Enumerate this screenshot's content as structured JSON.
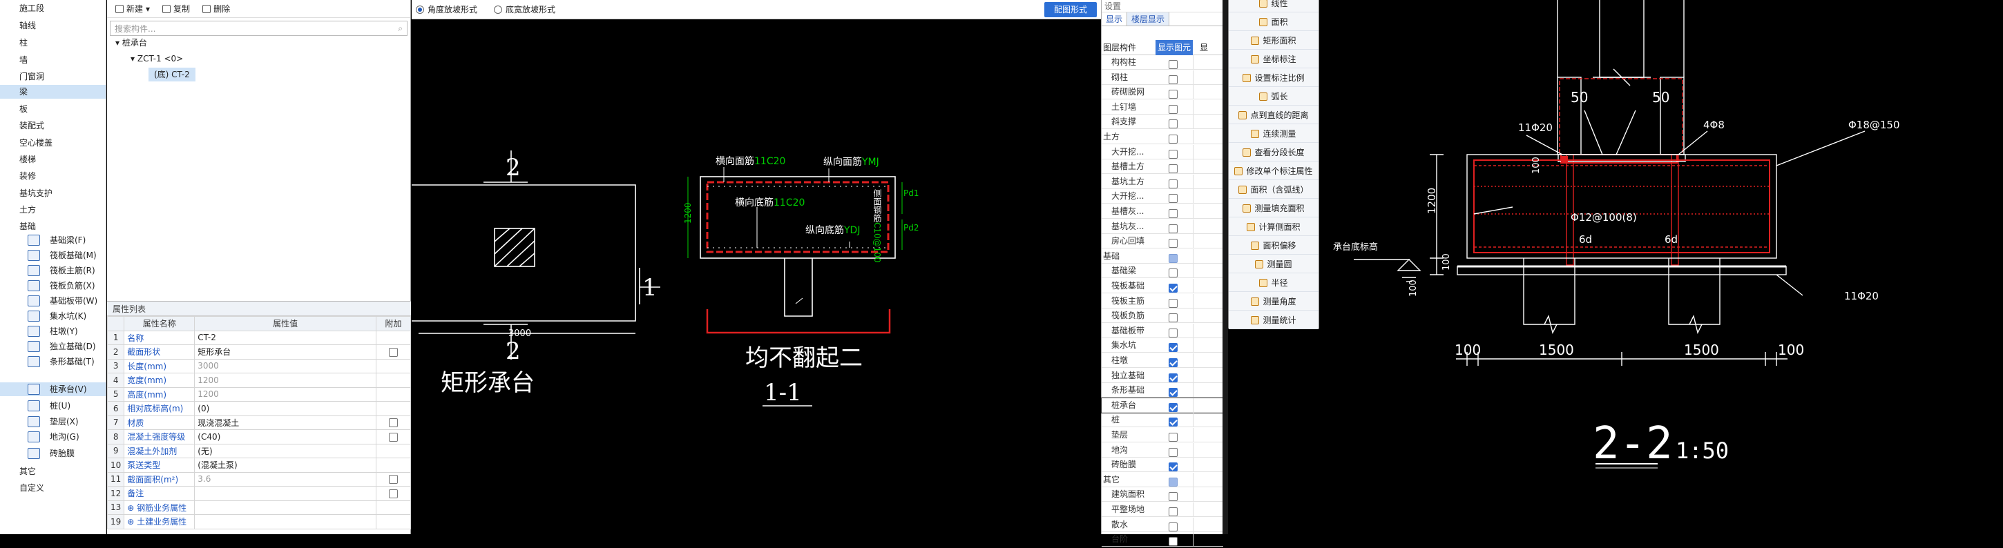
{
  "left_nav": {
    "items": [
      {
        "label": "施工段"
      },
      {
        "label": "轴线"
      },
      {
        "label": "柱"
      },
      {
        "label": "墙"
      },
      {
        "label": "门窗洞"
      },
      {
        "label": "梁"
      },
      {
        "label": "板"
      },
      {
        "label": "装配式"
      },
      {
        "label": "空心楼盖"
      },
      {
        "label": "楼梯"
      },
      {
        "label": "装修"
      },
      {
        "label": "基坑支护"
      },
      {
        "label": "土方"
      },
      {
        "label": "基础"
      }
    ],
    "sub_items": [
      {
        "label": "基础梁(F)"
      },
      {
        "label": "筏板基础(M)"
      },
      {
        "label": "筏板主筋(R)"
      },
      {
        "label": "筏板负筋(X)"
      },
      {
        "label": "基础板带(W)"
      },
      {
        "label": "集水坑(K)"
      },
      {
        "label": "柱墩(Y)"
      },
      {
        "label": "独立基础(D)"
      },
      {
        "label": "条形基础(T)"
      },
      {
        "label": "桩承台(V)"
      },
      {
        "label": "桩(U)"
      },
      {
        "label": "垫层(X)"
      },
      {
        "label": "地沟(G)"
      },
      {
        "label": "砖胎膜"
      }
    ],
    "tail": [
      {
        "label": "其它"
      },
      {
        "label": "自定义"
      }
    ]
  },
  "component_panel": {
    "toolbar": {
      "new": "新建",
      "copy": "复制",
      "delete": "删除"
    },
    "search_placeholder": "搜索构件...",
    "tree": {
      "root": "桩承台",
      "child": "ZCT-1 <0>",
      "leaf": "(底) CT-2"
    }
  },
  "prop_list": {
    "title": "属性列表",
    "headers": {
      "name": "属性名称",
      "value": "属性值",
      "add": "附加"
    },
    "rows": [
      {
        "no": "1",
        "name": "名称",
        "value": "CT-2",
        "cb": false,
        "dim": false
      },
      {
        "no": "2",
        "name": "截面形状",
        "value": "矩形承台",
        "cb": true,
        "dim": false
      },
      {
        "no": "3",
        "name": "长度(mm)",
        "value": "3000",
        "cb": false,
        "dim": true
      },
      {
        "no": "4",
        "name": "宽度(mm)",
        "value": "1200",
        "cb": false,
        "dim": true
      },
      {
        "no": "5",
        "name": "高度(mm)",
        "value": "1200",
        "cb": false,
        "dim": true
      },
      {
        "no": "6",
        "name": "相对底标高(m)",
        "value": "(0)",
        "cb": false,
        "dim": false
      },
      {
        "no": "7",
        "name": "材质",
        "value": "现浇混凝土",
        "cb": true,
        "dim": false
      },
      {
        "no": "8",
        "name": "混凝土强度等级",
        "value": "(C40)",
        "cb": true,
        "dim": false
      },
      {
        "no": "9",
        "name": "混凝土外加剂",
        "value": "(无)",
        "cb": false,
        "dim": false
      },
      {
        "no": "10",
        "name": "泵送类型",
        "value": "(混凝土泵)",
        "cb": false,
        "dim": false
      },
      {
        "no": "11",
        "name": "截面面积(m²)",
        "value": "3.6",
        "cb": true,
        "dim": true
      },
      {
        "no": "12",
        "name": "备注",
        "value": "",
        "cb": true,
        "dim": false
      },
      {
        "no": "13",
        "name": "⊕ 钢筋业务属性",
        "value": "",
        "cb": false,
        "dim": false
      },
      {
        "no": "19",
        "name": "⊕ 土建业务属性",
        "value": "",
        "cb": false,
        "dim": false
      }
    ]
  },
  "cad_top": {
    "radio1": "角度放坡形式",
    "radio2": "底宽放坡形式",
    "fit_button": "配图形式"
  },
  "cad1": {
    "sec_num_top": "2",
    "sec_num_bot": "2",
    "sec_num_right": "1",
    "dim_3000": "3000",
    "label_rect": "矩形承台",
    "label_h_top": "横向面筋",
    "label_h_top_val": "11C20",
    "label_v_top": "纵向面筋",
    "label_v_top_val": "YMJ",
    "label_h_bot": "横向底筋",
    "label_h_bot_val": "11C20",
    "label_v_bot": "纵向底筋",
    "label_v_bot_val": "YDJ",
    "label_side": "侧面钢筋",
    "label_side_val": "C10@100",
    "dim_1200": "1200",
    "dim_pd1": "Pd1",
    "dim_pd2": "Pd2",
    "title_main": "均不翻起二",
    "title_sub": "1-1"
  },
  "display_panel": {
    "header": "设置",
    "tabs": [
      "显示",
      "楼层显示"
    ],
    "col_component": "图层构件",
    "col_show": "显示图元",
    "col_extra": "显",
    "rows": [
      {
        "label": "构构柱",
        "state": "off",
        "grp": false
      },
      {
        "label": "砌柱",
        "state": "off",
        "grp": false
      },
      {
        "label": "砖砌脱网",
        "state": "off",
        "grp": false
      },
      {
        "label": "土钉墙",
        "state": "off",
        "grp": false
      },
      {
        "label": "斜支撑",
        "state": "off",
        "grp": false
      },
      {
        "label": "土方",
        "state": "off",
        "grp": true
      },
      {
        "label": "大开挖...",
        "state": "off",
        "grp": false
      },
      {
        "label": "基槽土方",
        "state": "off",
        "grp": false
      },
      {
        "label": "基坑土方",
        "state": "off",
        "grp": false
      },
      {
        "label": "大开挖...",
        "state": "off",
        "grp": false
      },
      {
        "label": "基槽灰...",
        "state": "off",
        "grp": false
      },
      {
        "label": "基坑灰...",
        "state": "off",
        "grp": false
      },
      {
        "label": "房心回填",
        "state": "off",
        "grp": false
      },
      {
        "label": "基础",
        "state": "half",
        "grp": true
      },
      {
        "label": "基础梁",
        "state": "off",
        "grp": false
      },
      {
        "label": "筏板基础",
        "state": "on",
        "grp": false
      },
      {
        "label": "筏板主筋",
        "state": "off",
        "grp": false
      },
      {
        "label": "筏板负筋",
        "state": "off",
        "grp": false
      },
      {
        "label": "基础板带",
        "state": "off",
        "grp": false
      },
      {
        "label": "集水坑",
        "state": "on",
        "grp": false
      },
      {
        "label": "柱墩",
        "state": "on",
        "grp": false
      },
      {
        "label": "独立基础",
        "state": "on",
        "grp": false
      },
      {
        "label": "条形基础",
        "state": "on",
        "grp": false
      },
      {
        "label": "桩承台",
        "state": "on",
        "grp": false
      },
      {
        "label": "桩",
        "state": "on",
        "grp": false
      },
      {
        "label": "垫层",
        "state": "off",
        "grp": false
      },
      {
        "label": "地沟",
        "state": "off",
        "grp": false
      },
      {
        "label": "砖胎膜",
        "state": "on",
        "grp": false
      },
      {
        "label": "其它",
        "state": "half",
        "grp": true
      },
      {
        "label": "建筑面积",
        "state": "off",
        "grp": false
      },
      {
        "label": "平整场地",
        "state": "off",
        "grp": false
      },
      {
        "label": "散水",
        "state": "off",
        "grp": false
      },
      {
        "label": "台阶",
        "state": "off",
        "grp": false
      }
    ]
  },
  "tools": {
    "items": [
      {
        "label": "线性"
      },
      {
        "label": "面积"
      },
      {
        "label": "矩形面积"
      },
      {
        "label": "坐标标注"
      },
      {
        "label": "设置标注比例"
      },
      {
        "label": "弧长"
      },
      {
        "label": "点到直线的距离"
      },
      {
        "label": "连续测量"
      },
      {
        "label": "查看分段长度"
      },
      {
        "label": "修改单个标注属性"
      },
      {
        "label": "面积（含弧线）"
      },
      {
        "label": "测量填充面积"
      },
      {
        "label": "计算侧面积"
      },
      {
        "label": "面积偏移"
      },
      {
        "label": "测量圆"
      },
      {
        "label": "半径"
      },
      {
        "label": "测量角度"
      },
      {
        "label": "测量统计"
      }
    ]
  },
  "cad2": {
    "d50a": "50",
    "d50b": "50",
    "r11": "11Φ20",
    "r4": "4Φ8",
    "r18": "Φ18@150",
    "rl": "Φ12@100(8)",
    "d6a": "6d",
    "d6b": "6d",
    "d1200": "1200",
    "d100a": "100",
    "d100b": "100",
    "d100c": "100",
    "r11b": "11Φ20",
    "lbl_left": "承台底标高",
    "b100l": "100",
    "b1500a": "1500",
    "b1500b": "1500",
    "b100r": "100",
    "title": "2-2",
    "scale": "1:50"
  },
  "colors": {
    "accent": "#2b6fd6",
    "cad_bg": "#000000",
    "rebar_red": "#e02020",
    "cad_line": "#ffffff",
    "cad_green": "#00d000"
  }
}
